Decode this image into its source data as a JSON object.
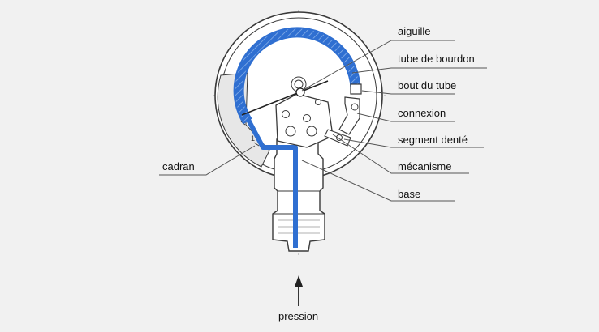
{
  "colors": {
    "background": "#f1f1f1",
    "tube": "#2f6fd1",
    "outline": "#3a3a3a",
    "leader": "#555555"
  },
  "labels": {
    "aiguille": "aiguille",
    "tube": "tube de bourdon",
    "bout": "bout du tube",
    "connexion": "connexion",
    "segment": "segment denté",
    "mecanisme": "mécanisme",
    "base": "base",
    "cadran": "cadran",
    "pression": "pression"
  },
  "icons": {
    "arrow": "arrow-up-icon"
  }
}
